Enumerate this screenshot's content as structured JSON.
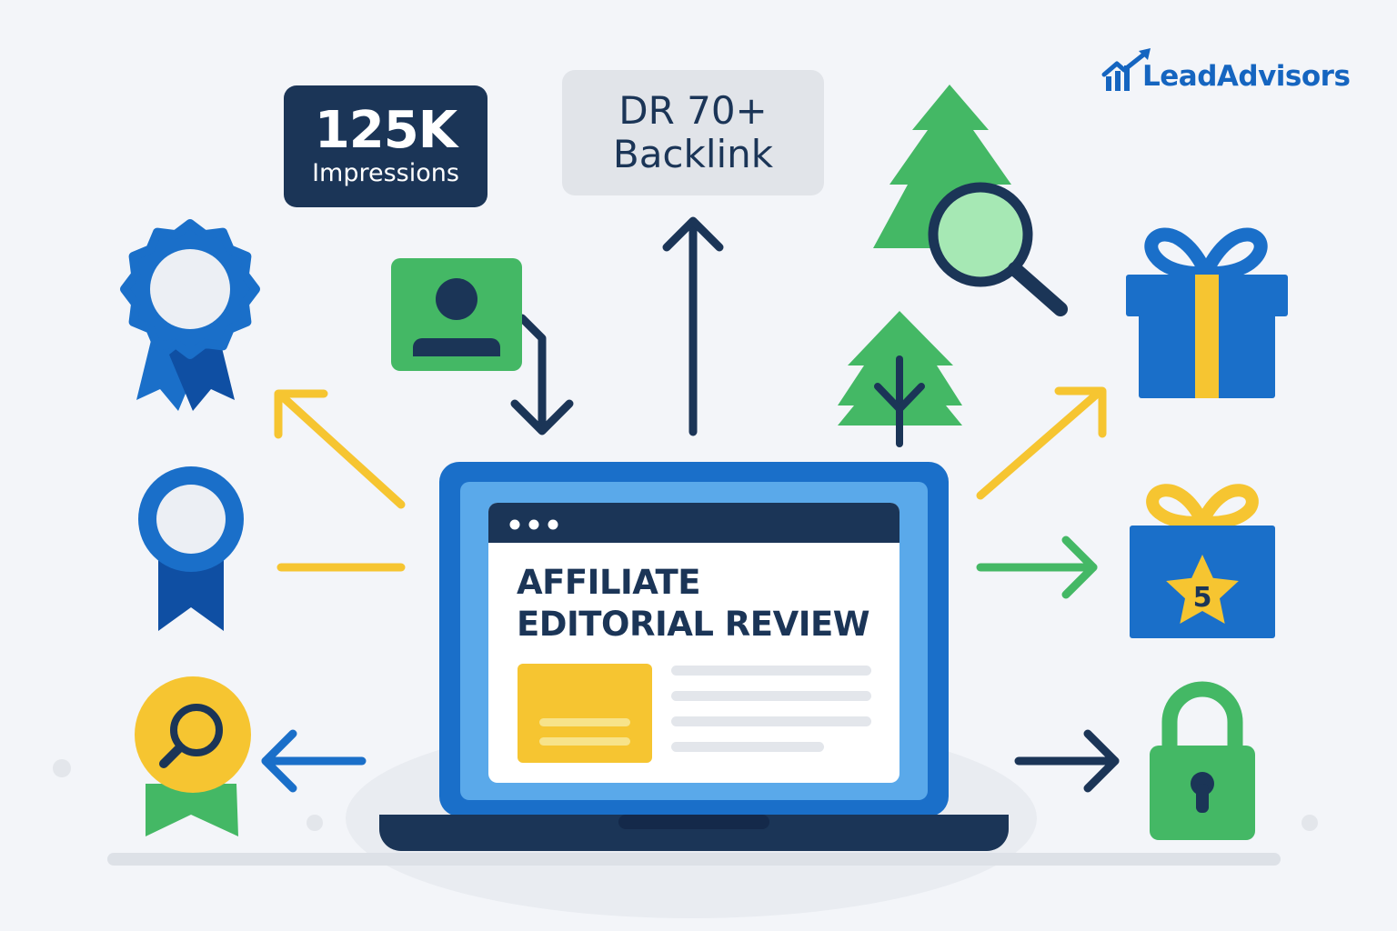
{
  "brand": {
    "name": "LeadAdvisors"
  },
  "impressions": {
    "value": "125K",
    "label": "Impressions"
  },
  "backlink": {
    "line1": "DR 70+",
    "line2": "Backlink"
  },
  "laptop": {
    "headline_line1": "AFFILIATE",
    "headline_line2": "EDITORIAL REVIEW"
  },
  "gift_badge": {
    "number": "5"
  },
  "colors": {
    "navy": "#1b3557",
    "blue": "#1a6fc9",
    "light_blue": "#5aa9ea",
    "green": "#44b865",
    "yellow": "#f6c531",
    "grey_box": "#e1e4e9"
  },
  "icons": {
    "left": [
      "award-ribbon-icon",
      "medal-ribbon-icon",
      "search-badge-icon"
    ],
    "top": [
      "user-card-icon",
      "up-arrow-icon",
      "pine-tree-search-icon",
      "tree-icon"
    ],
    "right": [
      "gift-box-icon",
      "gift-star-icon",
      "padlock-icon"
    ]
  }
}
